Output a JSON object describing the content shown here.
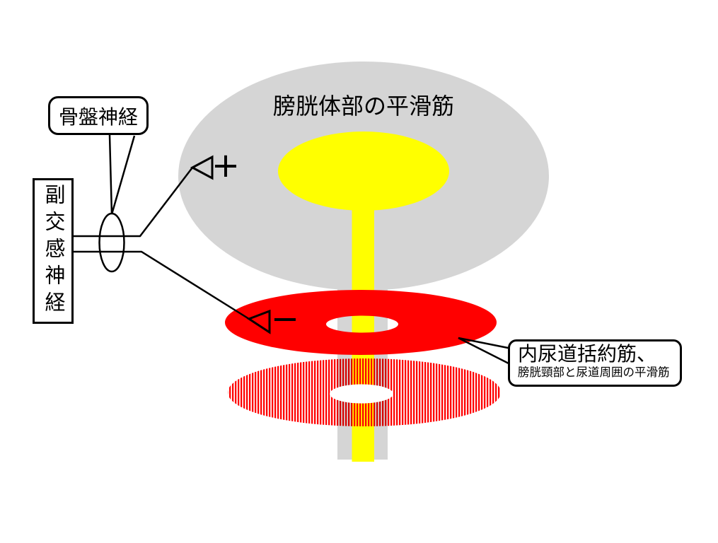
{
  "diagram": {
    "title": "膀胱体部の平滑筋",
    "labels": {
      "pelvic_nerve": "骨盤神経",
      "parasympathetic_nerve": "副交感神経",
      "sphincter_line1": "内尿道括約筋、",
      "sphincter_line2": "膀胱頸部と尿道周囲の平滑筋"
    },
    "signs": {
      "excitatory": "+",
      "inhibitory": "−"
    },
    "colors": {
      "bladder_body_gray": "#d5d5d5",
      "lumen_yellow": "#ffff00",
      "sphincter_red": "#ff0000",
      "stripe_red": "#ff0000",
      "hole_white": "#ffffff",
      "line_black": "#000000"
    }
  }
}
